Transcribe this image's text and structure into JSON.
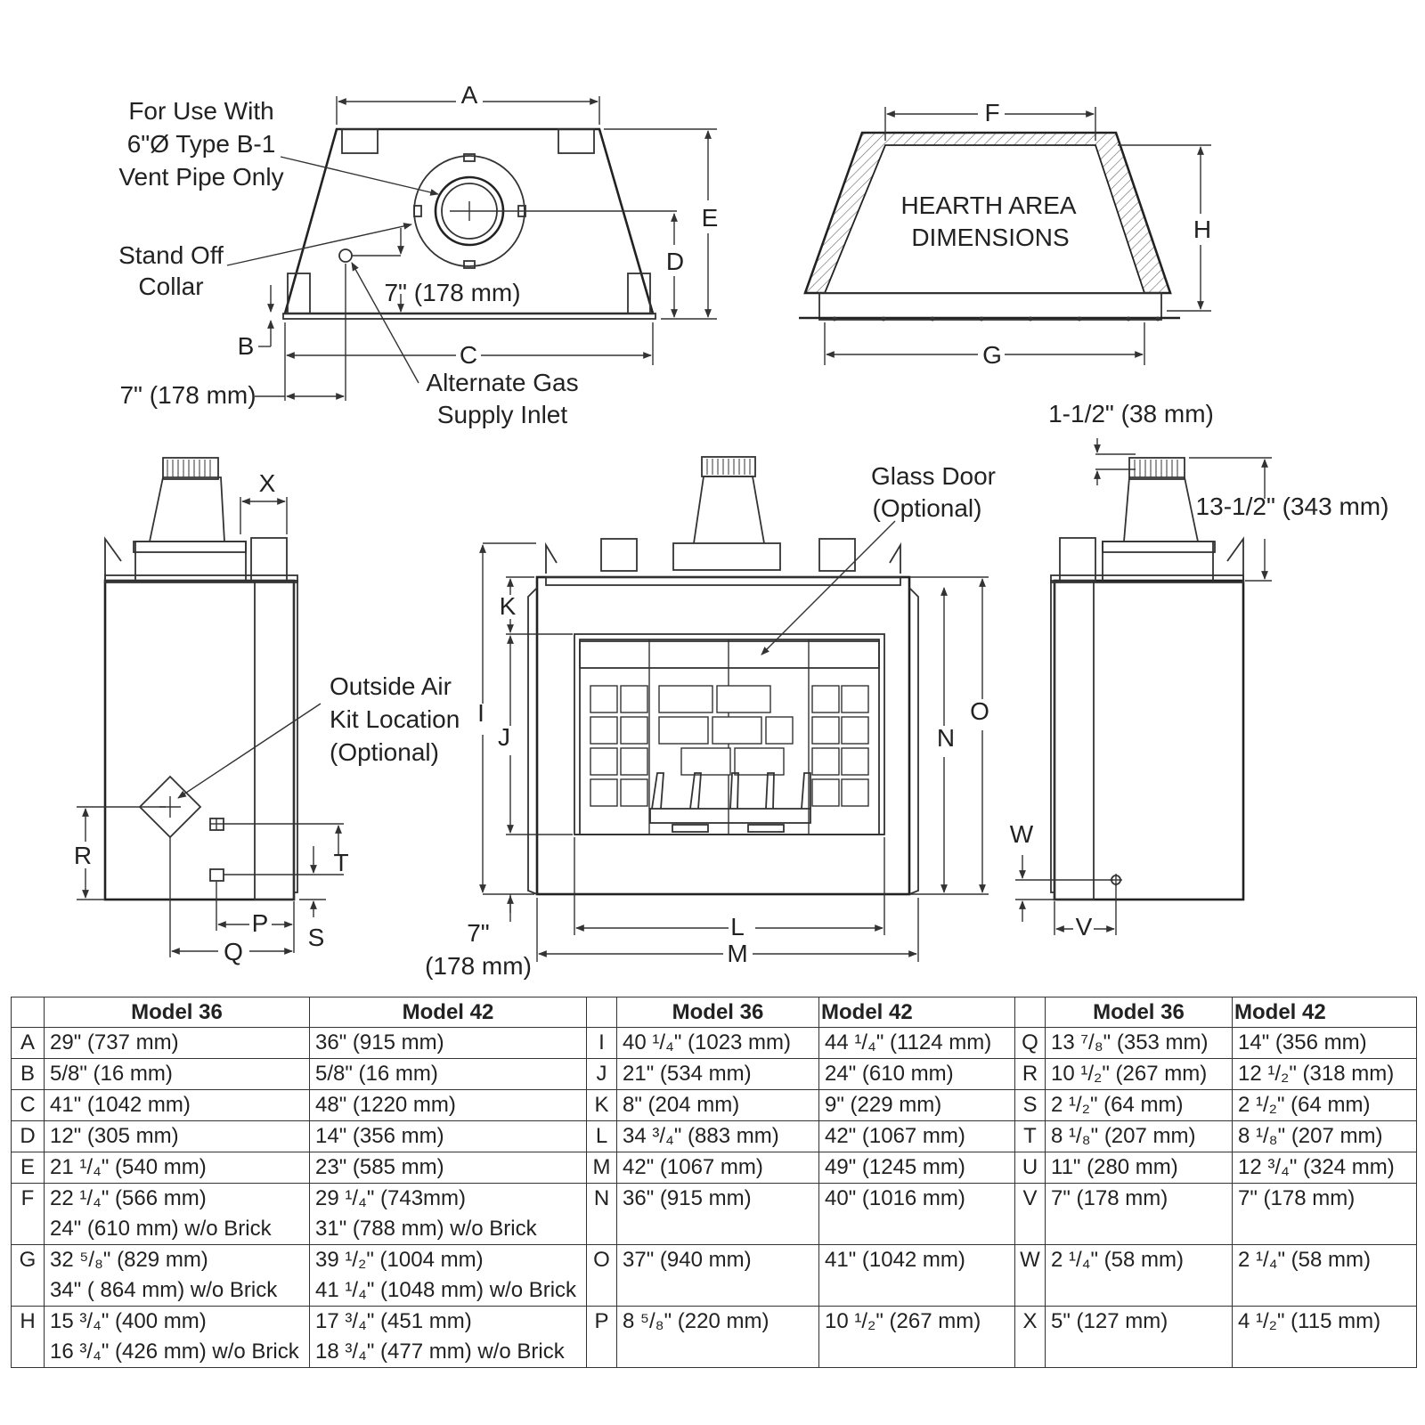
{
  "labels": {
    "for_use_with": [
      "For Use With",
      "6\"Ø Type B-1",
      "Vent Pipe Only"
    ],
    "stand_off_collar": [
      "Stand Off",
      "Collar"
    ],
    "alt_gas": [
      "Alternate Gas",
      "Supply Inlet"
    ],
    "hearth_area": [
      "HEARTH AREA",
      "DIMENSIONS"
    ],
    "glass_door": [
      "Glass Door",
      "(Optional)"
    ],
    "outside_air": [
      "Outside Air",
      "Kit Location",
      "(Optional)"
    ],
    "dim_7in": "7\" (178 mm)",
    "dim_7in_short": "7\"",
    "dim_178mm": "(178 mm)",
    "dim_1_5in": "1-1/2\" (38 mm)",
    "dim_13_5in": "13-1/2\" (343 mm)",
    "letters": {
      "A": "A",
      "B": "B",
      "C": "C",
      "D": "D",
      "E": "E",
      "F": "F",
      "G": "G",
      "H": "H",
      "I": "I",
      "J": "J",
      "K": "K",
      "L": "L",
      "M": "M",
      "N": "N",
      "O": "O",
      "P": "P",
      "Q": "Q",
      "R": "R",
      "S": "S",
      "T": "T",
      "V": "V",
      "W": "W",
      "X": "X"
    }
  },
  "table": {
    "header": "Model 36",
    "header2": "Model 42",
    "rows": [
      [
        [
          "A",
          [
            "29\" (737 mm)"
          ],
          [
            "36\" (915 mm)"
          ]
        ],
        [
          "I",
          [
            "40 ¹/₄\" (1023 mm)"
          ],
          [
            "44 ¹/₄\" (1124 mm)"
          ]
        ],
        [
          "Q",
          [
            "13 ⁷/₈\" (353 mm)"
          ],
          [
            "14\" (356 mm)"
          ]
        ]
      ],
      [
        [
          "B",
          [
            "5/8\" (16 mm)"
          ],
          [
            "5/8\" (16 mm)"
          ]
        ],
        [
          "J",
          [
            "21\" (534 mm)"
          ],
          [
            "24\" (610 mm)"
          ]
        ],
        [
          "R",
          [
            "10 ¹/₂\" (267 mm)"
          ],
          [
            "12 ¹/₂\" (318 mm)"
          ]
        ]
      ],
      [
        [
          "C",
          [
            "41\" (1042 mm)"
          ],
          [
            "48\" (1220 mm)"
          ]
        ],
        [
          "K",
          [
            "8\" (204 mm)"
          ],
          [
            "9\" (229 mm)"
          ]
        ],
        [
          "S",
          [
            "2 ¹/₂\" (64 mm)"
          ],
          [
            "2 ¹/₂\" (64 mm)"
          ]
        ]
      ],
      [
        [
          "D",
          [
            "12\" (305 mm)"
          ],
          [
            "14\" (356 mm)"
          ]
        ],
        [
          "L",
          [
            "34 ³/₄\" (883 mm)"
          ],
          [
            "42\" (1067 mm)"
          ]
        ],
        [
          "T",
          [
            "8 ¹/₈\" (207 mm)"
          ],
          [
            "8 ¹/₈\" (207 mm)"
          ]
        ]
      ],
      [
        [
          "E",
          [
            "21 ¹/₄\" (540 mm)"
          ],
          [
            "23\" (585 mm)"
          ]
        ],
        [
          "M",
          [
            "42\" (1067 mm)"
          ],
          [
            "49\" (1245 mm)"
          ]
        ],
        [
          "U",
          [
            "11\" (280 mm)"
          ],
          [
            "12 ³/₄\" (324 mm)"
          ]
        ]
      ],
      [
        [
          "F",
          [
            "22 ¹/₄\" (566 mm)",
            "24\" (610 mm) w/o Brick"
          ],
          [
            "29 ¹/₄\" (743mm)",
            "31\" (788 mm) w/o Brick"
          ]
        ],
        [
          "N",
          [
            "36\" (915 mm)"
          ],
          [
            "40\" (1016 mm)"
          ]
        ],
        [
          "V",
          [
            "7\" (178 mm)"
          ],
          [
            "7\" (178 mm)"
          ]
        ]
      ],
      [
        [
          "G",
          [
            "32 ⁵/₈\" (829 mm)",
            "34\" ( 864 mm) w/o Brick"
          ],
          [
            "39 ¹/₂\" (1004 mm)",
            "41 ¹/₄\" (1048 mm) w/o Brick"
          ]
        ],
        [
          "O",
          [
            "37\" (940 mm)"
          ],
          [
            "41\" (1042 mm)"
          ]
        ],
        [
          "W",
          [
            "2 ¹/₄\" (58 mm)"
          ],
          [
            "2 ¹/₄\" (58 mm)"
          ]
        ]
      ],
      [
        [
          "H",
          [
            "15 ³/₄\" (400 mm)",
            "16 ³/₄\" (426 mm) w/o Brick"
          ],
          [
            "17 ³/₄\" (451 mm)",
            "18 ³/₄\" (477 mm) w/o Brick"
          ]
        ],
        [
          "P",
          [
            "8 ⁵/₈\" (220 mm)"
          ],
          [
            "10 ¹/₂\" (267 mm)"
          ]
        ],
        [
          "X",
          [
            "5\" (127 mm)"
          ],
          [
            "4 ¹/₂\" (115 mm)"
          ]
        ]
      ]
    ]
  }
}
